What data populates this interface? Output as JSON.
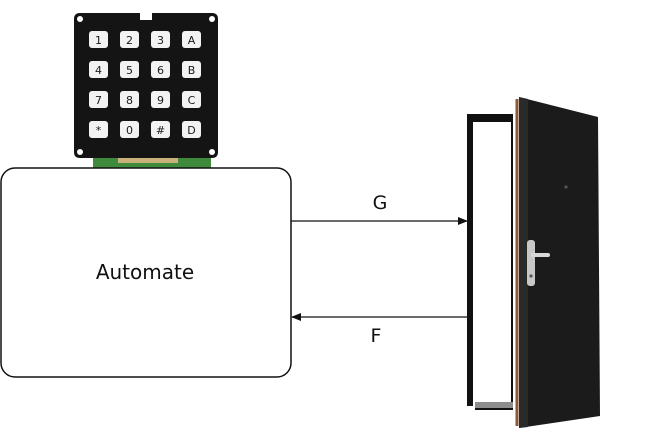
{
  "automate": {
    "label": "Automate"
  },
  "signal_out": {
    "label": "G"
  },
  "signal_in": {
    "label": "F"
  },
  "keypad": {
    "rows": [
      [
        "1",
        "2",
        "3",
        "A"
      ],
      [
        "4",
        "5",
        "6",
        "B"
      ],
      [
        "7",
        "8",
        "9",
        "C"
      ],
      [
        "*",
        "0",
        "#",
        "D"
      ]
    ],
    "colors": {
      "body": "#141414",
      "key": "#f2f2f2",
      "pcb": "#3f8a3c"
    }
  },
  "door": {
    "colors": {
      "leaf": "#1b1b1b",
      "frame": "#111111",
      "edge": "#8a5a3a",
      "handle": "#c8c8c8"
    }
  }
}
